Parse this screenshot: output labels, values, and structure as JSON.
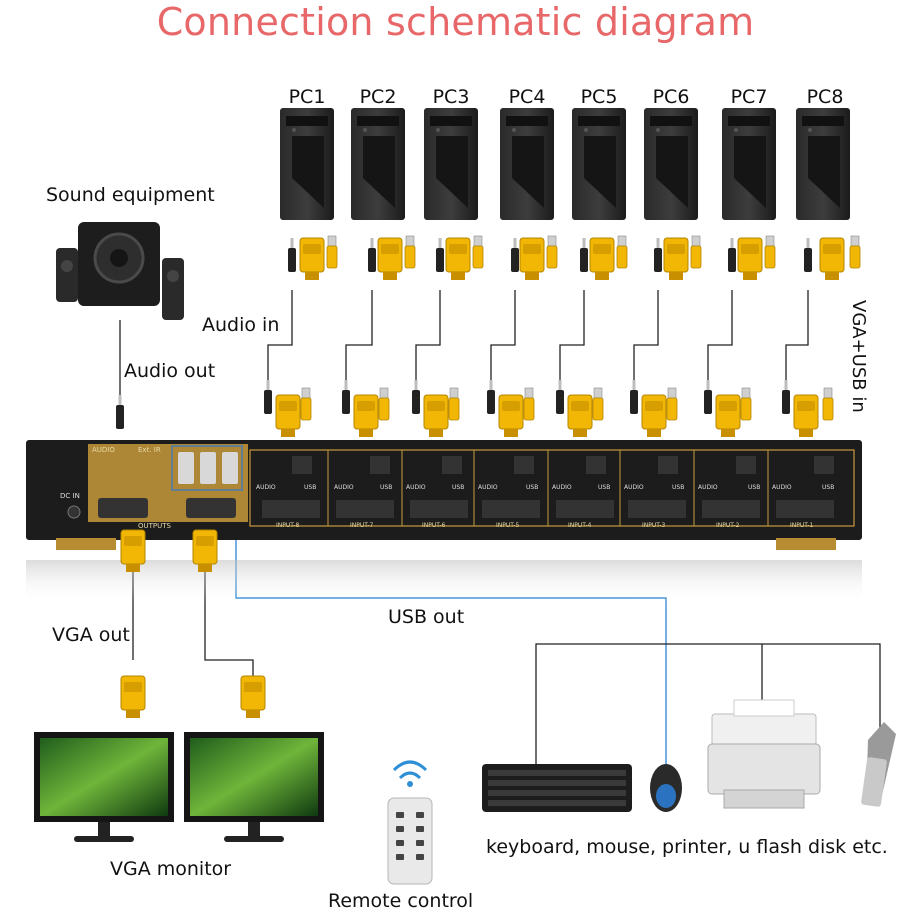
{
  "title": "Connection schematic diagram",
  "pcs": [
    "PC1",
    "PC2",
    "PC3",
    "PC4",
    "PC5",
    "PC6",
    "PC7",
    "PC8"
  ],
  "labels": {
    "sound_equipment": "Sound equipment",
    "audio_in": "Audio in",
    "audio_out": "Audio out",
    "vga_usb_in": "VGA+USB in",
    "usb_out": "USB out",
    "vga_out": "VGA out",
    "vga_monitor": "VGA monitor",
    "remote_control": "Remote control",
    "peripherals": "keyboard, mouse, printer, u flash disk etc."
  },
  "device": {
    "top_left_labels": [
      "AUDIO",
      "Ext. IR"
    ],
    "dc_in": "DC IN",
    "outputs": "OUTPUTS",
    "port_audio": "AUDIO",
    "port_usb": "USB",
    "inputs": [
      "INPUT-8",
      "INPUT-7",
      "INPUT-6",
      "INPUT-5",
      "INPUT-4",
      "INPUT-3",
      "INPUT-2",
      "INPUT-1"
    ]
  },
  "colors": {
    "title": "#e8686a",
    "connector": "#f2b705",
    "device_body": "#1c1c1c",
    "device_trim": "#c79a3b",
    "usb_line": "#3a8fd8"
  }
}
